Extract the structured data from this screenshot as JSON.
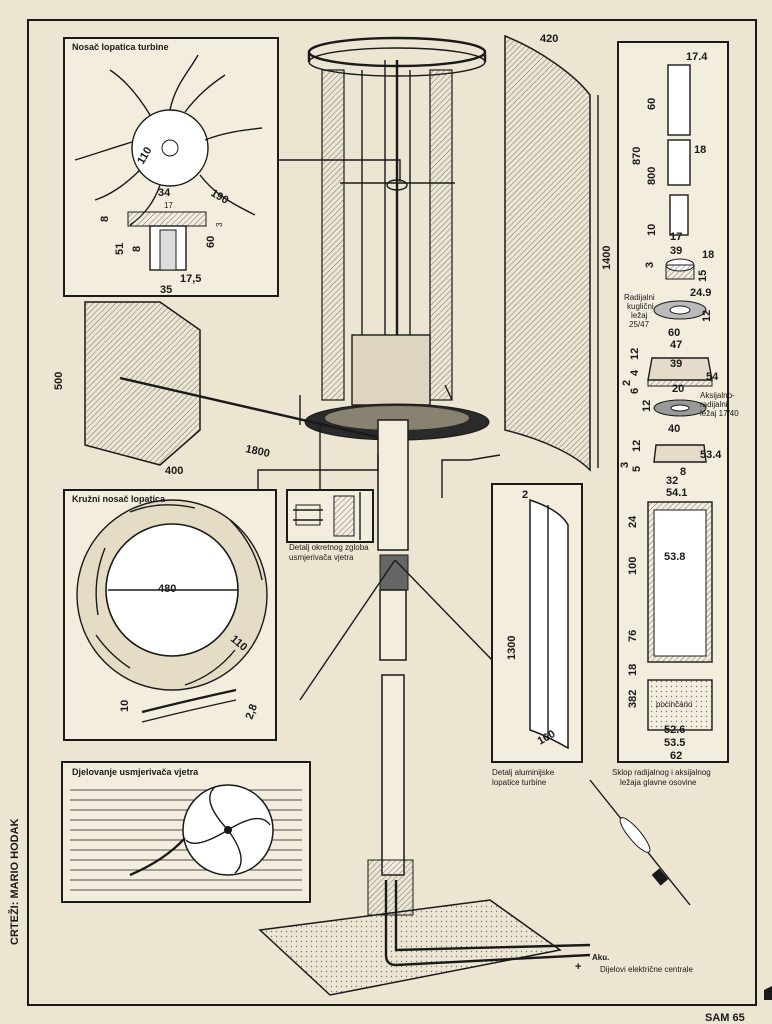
{
  "labels": {
    "hub_title": "Nosač lopatica turbine",
    "ring_title": "Kružni nosač lopatica",
    "pivot_title_1": "Detalj okretnog zgloba",
    "pivot_title_2": "usmjerivača vjetra",
    "vane_action": "Djelovanje usmjerivača vjetra",
    "blade_title_1": "Detalj aluminijske",
    "blade_title_2": "lopatice turbine",
    "bearing_title_1": "Sklop radijalnog i aksijalnog",
    "bearing_title_2": "ležaja glavne osovine",
    "radial_1": "Radijalni",
    "radial_2": "kuglični",
    "radial_3": "ležaj",
    "radial_4": "25/47",
    "axial_1": "Aksijalno-",
    "axial_2": "radijalni",
    "axial_3": "ležaj 17/40",
    "galvanized": "pocinčano",
    "battery": "Aku.",
    "plus": "+",
    "power_parts": "Dijelovi električne centrale",
    "author": "CRTEŽI: MARIO HODAK",
    "page_num": "SAM 65"
  },
  "dims": {
    "d420": "420",
    "d1400": "1400",
    "d500": "500",
    "d1800": "1800",
    "d400": "400",
    "d480": "480",
    "d110r": "110",
    "d10": "10",
    "d2_8": "2,8",
    "d2": "2",
    "d1300": "1300",
    "d160": "160",
    "h110": "110",
    "h34": "34",
    "h17": "17",
    "h190": "190",
    "h8a": "8",
    "h8b": "8",
    "h51": "51",
    "h60": "60",
    "h3": "3",
    "h17_5": "17,5",
    "h35": "35",
    "b17_4": "17.4",
    "b60": "60",
    "b870": "870",
    "b18": "18",
    "b800": "800",
    "b10": "10",
    "b17": "17",
    "b3": "3",
    "b39": "39",
    "b18b": "18",
    "b15": "15",
    "b24_9": "24.9",
    "b12": "12",
    "b60b": "60",
    "b12b": "12",
    "b47": "47",
    "b4": "4",
    "b39b": "39",
    "b2": "2",
    "b6": "6",
    "b54": "54",
    "b20": "20",
    "b12c": "12",
    "b40": "40",
    "b3b": "3",
    "b12d": "12",
    "b5": "5",
    "b53_4": "53.4",
    "b8": "8",
    "b32": "32",
    "b54_1": "54.1",
    "b24": "24",
    "b53_8": "53.8",
    "b100": "100",
    "b76": "76",
    "b18c": "18",
    "b382": "382",
    "b52_6": "52.6",
    "b53_5": "53.5",
    "b62": "62"
  }
}
